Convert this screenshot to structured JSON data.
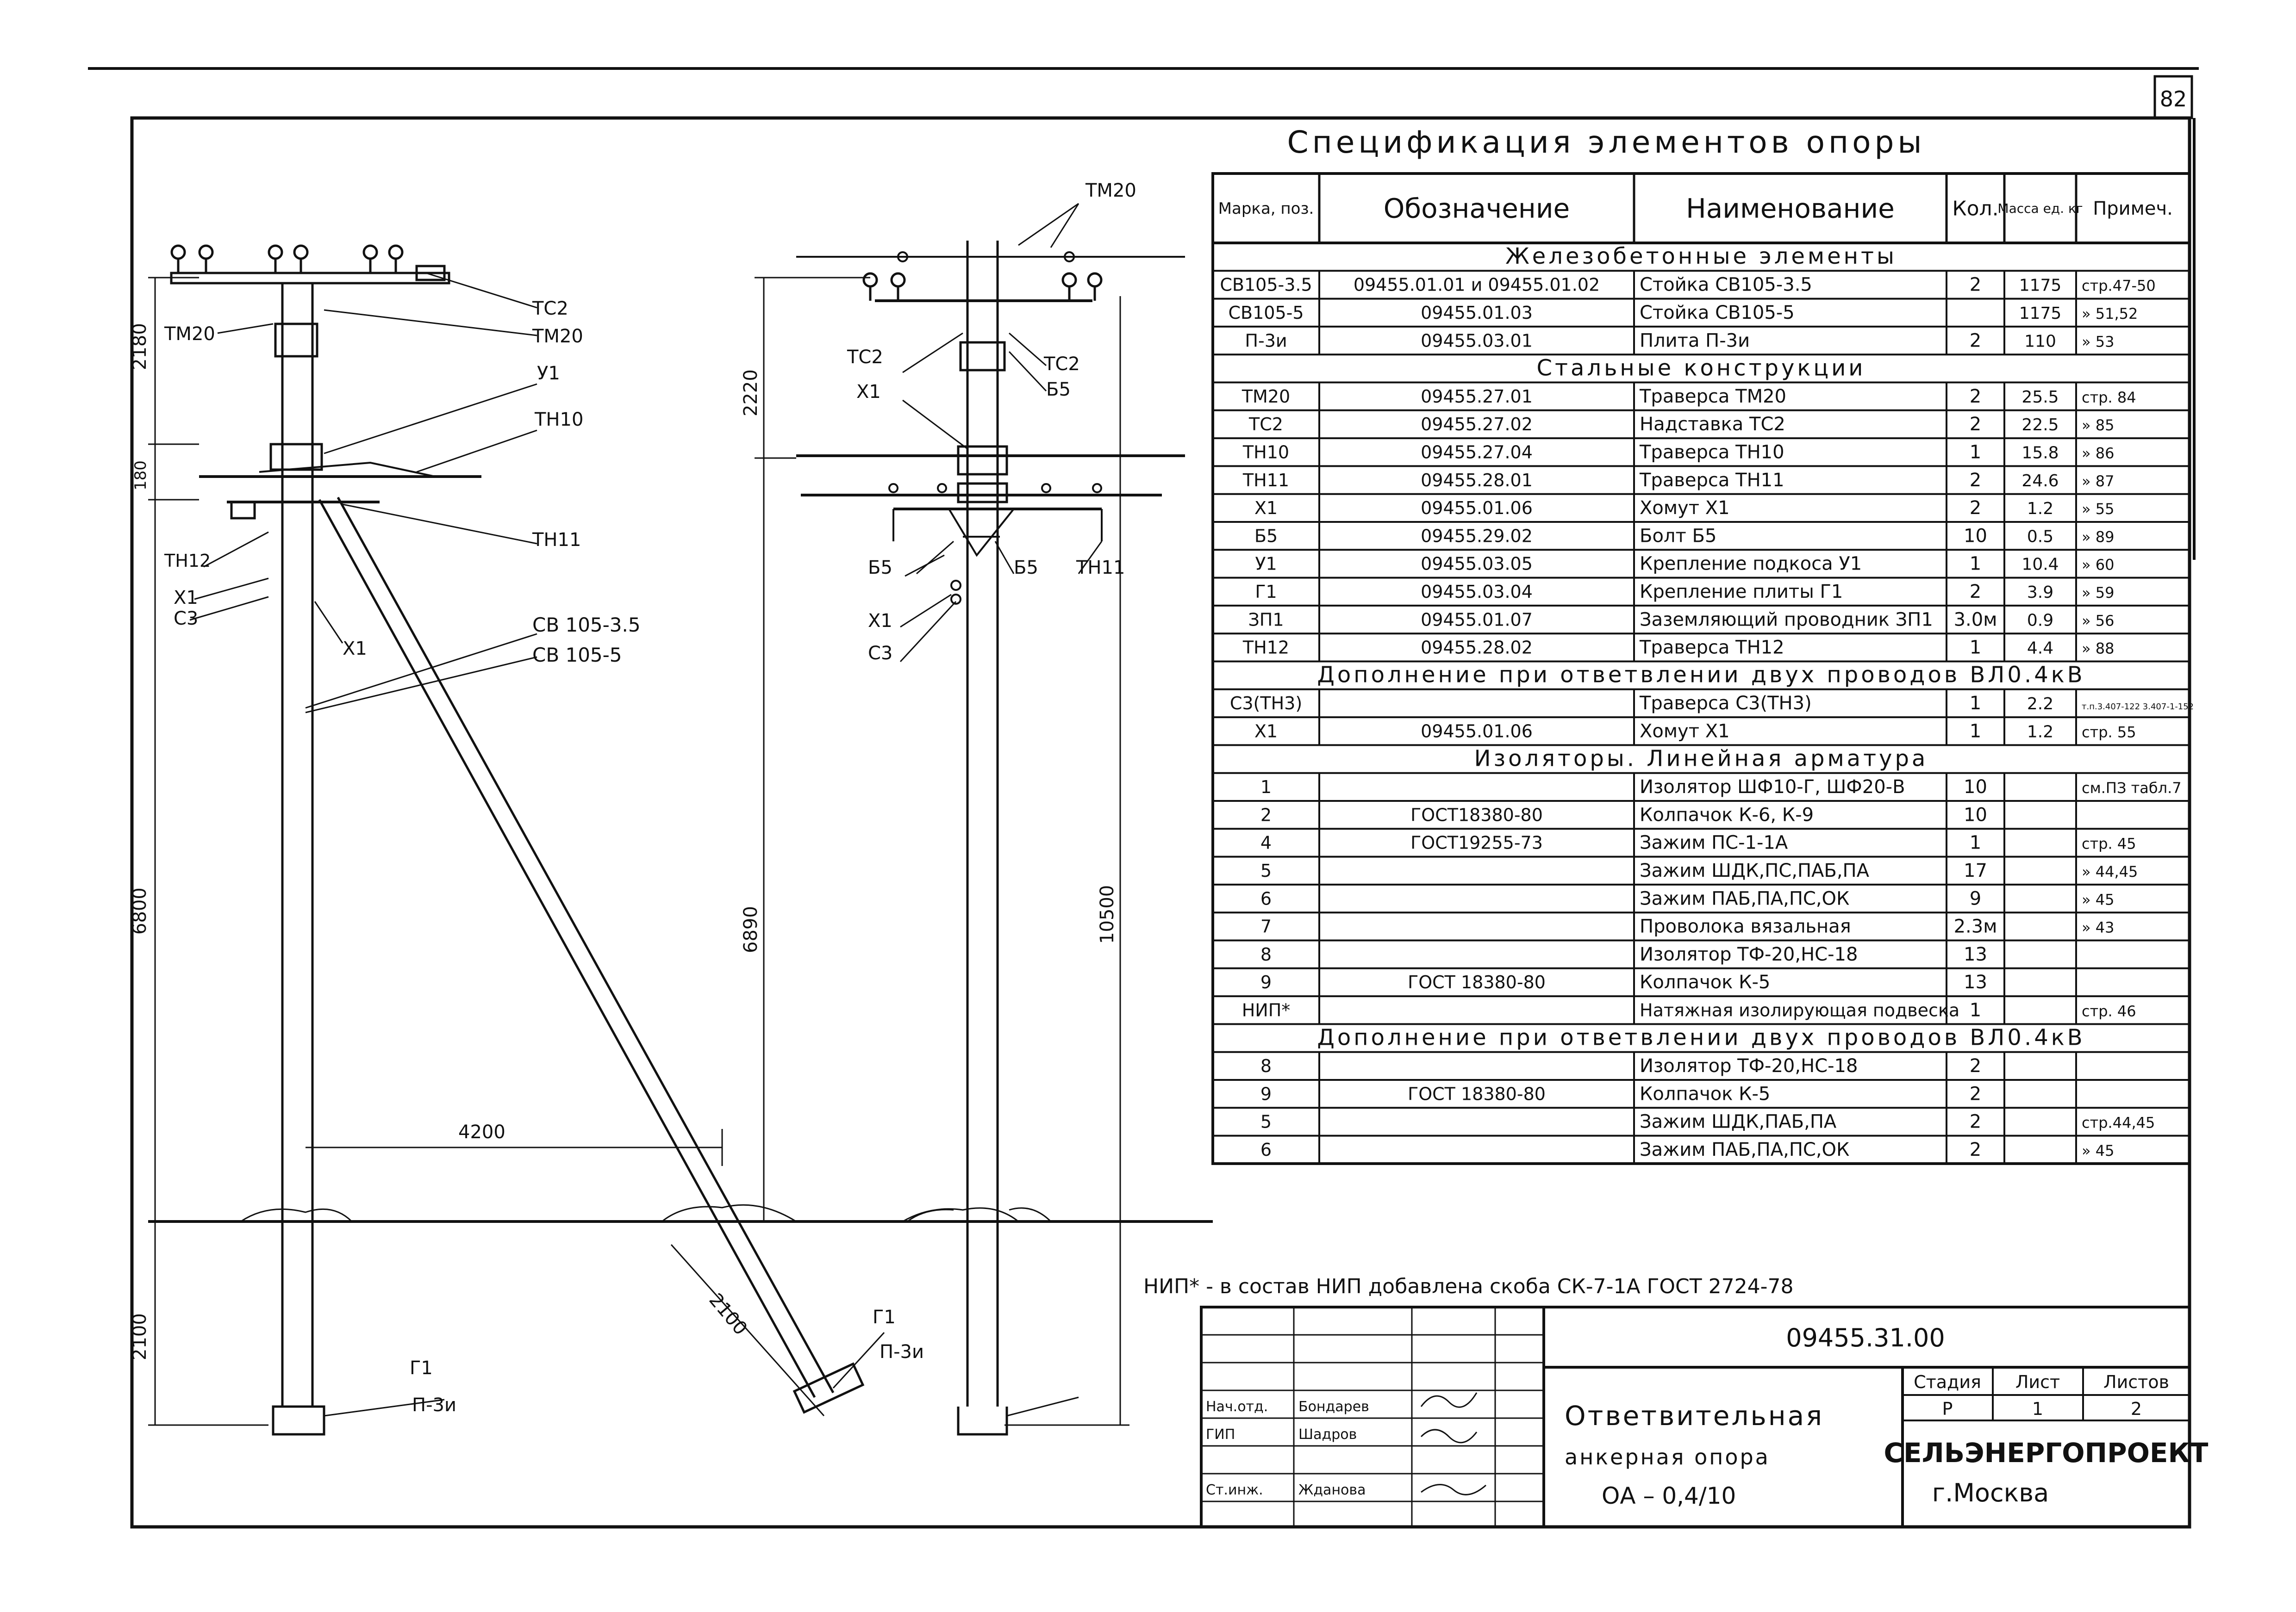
{
  "page_number": "82",
  "spec": {
    "title": "Спецификация элементов опоры",
    "headers": [
      "Марка, поз.",
      "Обозначение",
      "Наименование",
      "Кол.",
      "Масса ед. кг",
      "Примеч."
    ],
    "rows": [
      {
        "section": "Железобетонные элементы"
      },
      {
        "cells": [
          "СВ105-3.5",
          "09455.01.01 и 09455.01.02",
          "Стойка СВ105-3.5",
          "2",
          "1175",
          "стр.47-50"
        ]
      },
      {
        "cells": [
          "СВ105-5",
          "09455.01.03",
          "Стойка СВ105-5",
          "",
          "1175",
          "» 51,52"
        ]
      },
      {
        "cells": [
          "П-3и",
          "09455.03.01",
          "Плита П-3и",
          "2",
          "110",
          "» 53"
        ]
      },
      {
        "section": "Стальные конструкции"
      },
      {
        "cells": [
          "ТМ20",
          "09455.27.01",
          "Траверса ТМ20",
          "2",
          "25.5",
          "стр. 84"
        ]
      },
      {
        "cells": [
          "ТС2",
          "09455.27.02",
          "Надставка ТС2",
          "2",
          "22.5",
          "» 85"
        ]
      },
      {
        "cells": [
          "ТН10",
          "09455.27.04",
          "Траверса ТН10",
          "1",
          "15.8",
          "» 86"
        ]
      },
      {
        "cells": [
          "ТН11",
          "09455.28.01",
          "Траверса ТН11",
          "2",
          "24.6",
          "» 87"
        ]
      },
      {
        "cells": [
          "Х1",
          "09455.01.06",
          "Хомут Х1",
          "2",
          "1.2",
          "» 55"
        ]
      },
      {
        "cells": [
          "Б5",
          "09455.29.02",
          "Болт Б5",
          "10",
          "0.5",
          "» 89"
        ]
      },
      {
        "cells": [
          "У1",
          "09455.03.05",
          "Крепление подкоса У1",
          "1",
          "10.4",
          "» 60"
        ]
      },
      {
        "cells": [
          "Г1",
          "09455.03.04",
          "Крепление плиты Г1",
          "2",
          "3.9",
          "» 59"
        ]
      },
      {
        "cells": [
          "ЗП1",
          "09455.01.07",
          "Заземляющий проводник ЗП1",
          "3.0м",
          "0.9",
          "» 56"
        ]
      },
      {
        "cells": [
          "ТН12",
          "09455.28.02",
          "Траверса ТН12",
          "1",
          "4.4",
          "» 88"
        ]
      },
      {
        "section": "Дополнение при ответвлении двух проводов ВЛ0.4кВ"
      },
      {
        "cells": [
          "С3(ТН3)",
          "",
          "Траверса С3(ТН3)",
          "1",
          "2.2",
          "т.п.3.407-122 3.407-1-152"
        ]
      },
      {
        "cells": [
          "Х1",
          "09455.01.06",
          "Хомут Х1",
          "1",
          "1.2",
          "стр. 55"
        ]
      },
      {
        "section": "Изоляторы. Линейная арматура"
      },
      {
        "cells": [
          "1",
          "",
          "Изолятор ШФ10-Г, ШФ20-В",
          "10",
          "",
          "см.ПЗ табл.7"
        ]
      },
      {
        "cells": [
          "2",
          "ГОСТ18380-80",
          "Колпачок К-6, К-9",
          "10",
          "",
          ""
        ]
      },
      {
        "cells": [
          "4",
          "ГОСТ19255-73",
          "Зажим ПС-1-1А",
          "1",
          "",
          "стр. 45"
        ]
      },
      {
        "cells": [
          "5",
          "",
          "Зажим ШДК,ПС,ПАБ,ПА",
          "17",
          "",
          "» 44,45"
        ]
      },
      {
        "cells": [
          "6",
          "",
          "Зажим ПАБ,ПА,ПС,ОК",
          "9",
          "",
          "» 45"
        ]
      },
      {
        "cells": [
          "7",
          "",
          "Проволока вязальная",
          "2.3м",
          "",
          "» 43"
        ]
      },
      {
        "cells": [
          "8",
          "",
          "Изолятор ТФ-20,НС-18",
          "13",
          "",
          ""
        ]
      },
      {
        "cells": [
          "9",
          "ГОСТ 18380-80",
          "Колпачок К-5",
          "13",
          "",
          ""
        ]
      },
      {
        "cells": [
          "НИП*",
          "",
          "Натяжная изолирующая подвеска",
          "1",
          "",
          "стр. 46"
        ]
      },
      {
        "section": "Дополнение при ответвлении двух проводов ВЛ0.4кВ"
      },
      {
        "cells": [
          "8",
          "",
          "Изолятор ТФ-20,НС-18",
          "2",
          "",
          ""
        ]
      },
      {
        "cells": [
          "9",
          "ГОСТ 18380-80",
          "Колпачок К-5",
          "2",
          "",
          ""
        ]
      },
      {
        "cells": [
          "5",
          "",
          "Зажим ШДК,ПАБ,ПА",
          "2",
          "",
          "стр.44,45"
        ]
      },
      {
        "cells": [
          "6",
          "",
          "Зажим ПАБ,ПА,ПС,ОК",
          "2",
          "",
          "» 45"
        ]
      }
    ]
  },
  "footnote": "НИП* - в состав НИП добавлена скоба СК-7-1А ГОСТ 2724-78",
  "title_block": {
    "code": "09455.31.00",
    "title_lines": [
      "Ответвительная",
      "анкерная опора",
      "ОА – 0,4/10"
    ],
    "stage_headers": [
      "Стадия",
      "Лист",
      "Листов"
    ],
    "stage_values": [
      "Р",
      "1",
      "2"
    ],
    "org": "СЕЛЬЭНЕРГОПРОЕКТ",
    "city": "г.Москва",
    "people": [
      {
        "role": "Нач.отд.",
        "name": "Бондарев"
      },
      {
        "role": "ГИП",
        "name": "Шадров"
      },
      {
        "role": "Ст.инж.",
        "name": "Жданова"
      }
    ]
  },
  "drawing": {
    "left": {
      "labels": [
        "ТМ20",
        "ТС2",
        "ТМ20",
        "У1",
        "ТН10",
        "ТН11",
        "ТН12",
        "Х1",
        "С3",
        "Х1",
        "СВ 105-3.5",
        "СВ 105-5",
        "Г1",
        "П-3и"
      ],
      "dims": [
        "2180",
        "180",
        "6800",
        "2100",
        "4200"
      ]
    },
    "right": {
      "labels": [
        "ТМ20",
        "ТС2",
        "Х1",
        "ТС2",
        "Б5",
        "Б5",
        "Б5",
        "ТН11",
        "Х1",
        "С3",
        "Г1",
        "П-3и"
      ],
      "dims": [
        "2220",
        "6890",
        "10500",
        "2100"
      ]
    }
  }
}
